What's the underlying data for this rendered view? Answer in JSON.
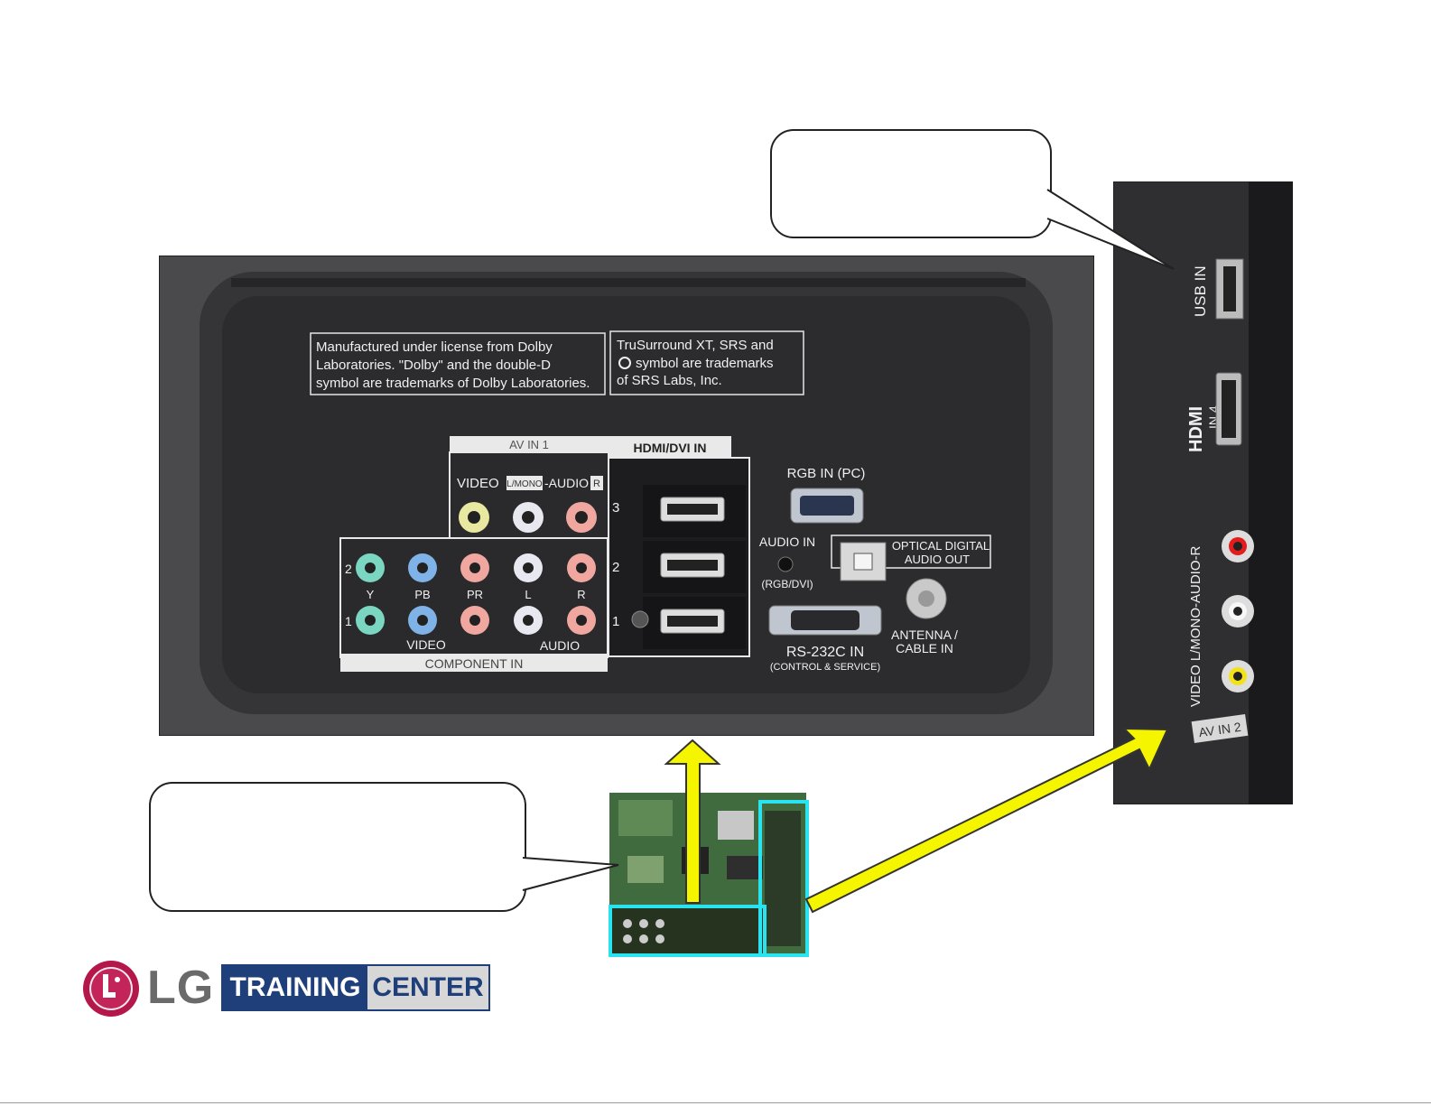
{
  "rear_panel": {
    "dolby_notice": [
      "Manufactured under license from Dolby",
      "Laboratories. \"Dolby\" and the double-D",
      "symbol are trademarks of Dolby Laboratories."
    ],
    "srs_notice": [
      "TruSurround XT, SRS and",
      "symbol are trademarks",
      "of SRS Labs, Inc."
    ],
    "av_in_1": "AV IN 1",
    "video": "VIDEO",
    "l_mono": "L/MONO",
    "audio": "-AUDIO -",
    "r": "R",
    "hdmi_dvi_in": "HDMI/DVI IN",
    "hdmi_numbers": [
      "3",
      "2",
      "1"
    ],
    "rgb_in_pc": "RGB IN (PC)",
    "audio_in": "AUDIO IN",
    "rgb_dvi": "(RGB/DVI)",
    "optical": [
      "OPTICAL DIGITAL",
      "AUDIO OUT"
    ],
    "rs232c": "RS-232C IN",
    "control_service": "(CONTROL & SERVICE)",
    "antenna": [
      "ANTENNA /",
      "CABLE IN"
    ],
    "component_rows": [
      "2",
      "1"
    ],
    "component_labels": [
      "Y",
      "PB",
      "PR",
      "L",
      "R"
    ],
    "component_video": "VIDEO",
    "component_audio": "AUDIO",
    "component_in": "COMPONENT IN"
  },
  "side_panel": {
    "usb_in": "USB IN",
    "hdmi_label": "HDMI",
    "in4": "IN 4",
    "side_audio": "VIDEO L/MONO-AUDIO-R",
    "av_in_2": "AV IN 2"
  },
  "logo": {
    "brand": "LG",
    "training": "TRAINING",
    "center": "CENTER"
  },
  "colors": {
    "arrow": "#f5f500",
    "highlight": "#29e3f0",
    "panel": "#3b3b3d",
    "label_bg": "#e9e9e9"
  }
}
